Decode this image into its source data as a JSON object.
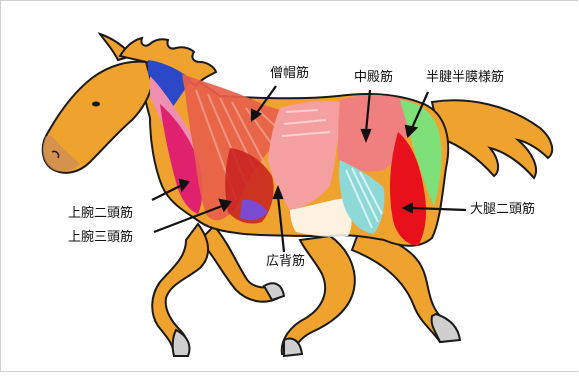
{
  "diagram": {
    "labels": {
      "trapezius": "僧帽筋",
      "gluteus_medius": "中殿筋",
      "semimembranosus": "半腱半膜様筋",
      "biceps_brachii": "上腕二頭筋",
      "triceps_brachii": "上腕三頭筋",
      "latissimus_dorsi": "広背筋",
      "biceps_femoris": "大腿二頭筋"
    },
    "colors": {
      "body": "#f0a22e",
      "mane": "#f0a22e",
      "outline": "#1a1a1a",
      "hoof": "#cfcfcf",
      "trapezius": "#e8604a",
      "gluteus_medius": "#f08080",
      "semimembranosus": "#7fe07a",
      "biceps_femoris": "#e8101a",
      "biceps_brachii": "#e0226e",
      "neck_muscle": "#2a48c8",
      "latissimus": "#f5a0a0",
      "thigh_lateral": "#8fd8d8"
    }
  }
}
